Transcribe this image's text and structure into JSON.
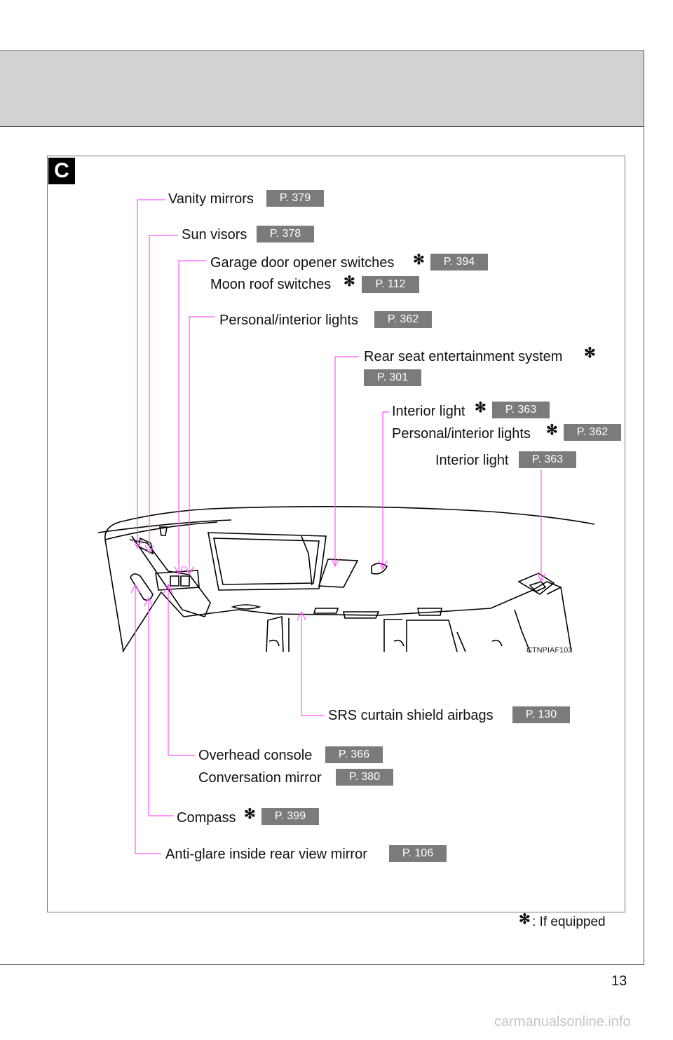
{
  "section_letter": "C",
  "labels": {
    "vanity_mirrors": {
      "text": "Vanity mirrors",
      "page": "P. 379"
    },
    "sun_visors": {
      "text": "Sun visors",
      "page": "P. 378"
    },
    "garage_door": {
      "text": "Garage door opener switches",
      "page": "P. 394"
    },
    "moon_roof": {
      "text": "Moon roof switches",
      "page": "P. 112"
    },
    "personal_interior_front": {
      "text": "Personal/interior lights",
      "page": "P. 362"
    },
    "rear_seat_ent": {
      "text": "Rear seat entertainment system",
      "page": "P. 301"
    },
    "interior_light_mid": {
      "text": "Interior light",
      "page": "P. 363"
    },
    "personal_interior_mid": {
      "text": "Personal/interior lights",
      "page": "P. 362"
    },
    "interior_light_rear": {
      "text": "Interior light",
      "page": "P. 363"
    },
    "srs_airbags": {
      "text": "SRS curtain shield airbags",
      "page": "P. 130"
    },
    "overhead_console": {
      "text": "Overhead console",
      "page": "P. 366"
    },
    "conversation_mirror": {
      "text": "Conversation mirror",
      "page": "P. 380"
    },
    "compass": {
      "text": "Compass",
      "page": "P. 399"
    },
    "anti_glare": {
      "text": "Anti-glare inside rear view mirror",
      "page": "P. 106"
    }
  },
  "star_symbol": "✻",
  "footnote": ": If equipped",
  "image_code": "CTNPIAF103",
  "page_number": "13",
  "watermark": "carmanualsonline.info",
  "colors": {
    "leader_line": "#ff55ff",
    "page_badge": "#7b7b7b",
    "header_band": "#d2d2d2"
  }
}
